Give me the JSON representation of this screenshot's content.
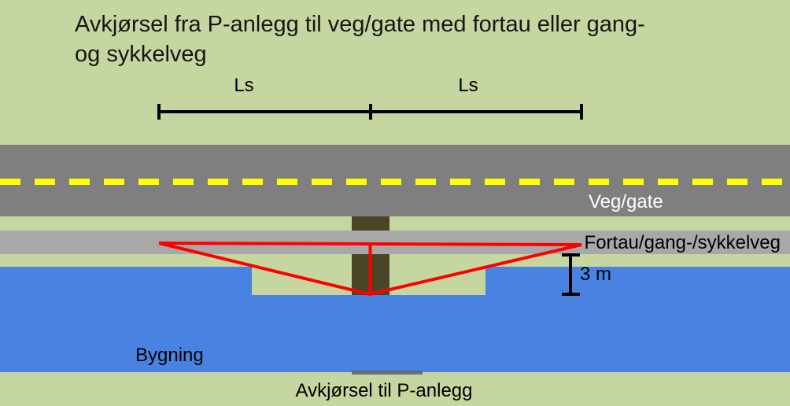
{
  "diagram": {
    "title_line1": "Avkjørsel fra P-anlegg til veg/gate med fortau eller gang-",
    "title_line2": "og sykkelveg",
    "sight_distance_label_left": "Ls",
    "sight_distance_label_right": "Ls",
    "road_label": "Veg/gate",
    "path_label": "Fortau/gang-/sykkelveg",
    "setback_label": "3 m",
    "building_label": "Bygning",
    "driveway_label": "Avkjørsel til P-anlegg"
  },
  "colors": {
    "background_green": "#c5d6a0",
    "road_gray": "#7f7f7f",
    "lane_marking_yellow": "#ffff00",
    "sidewalk_gray": "#a8a8a8",
    "building_blue": "#4a82e2",
    "driveway_dark_olive": "#4a4527",
    "sight_line_red": "#ff0000",
    "dimension_line_black": "#000000",
    "road_label_white": "#ffffff"
  }
}
